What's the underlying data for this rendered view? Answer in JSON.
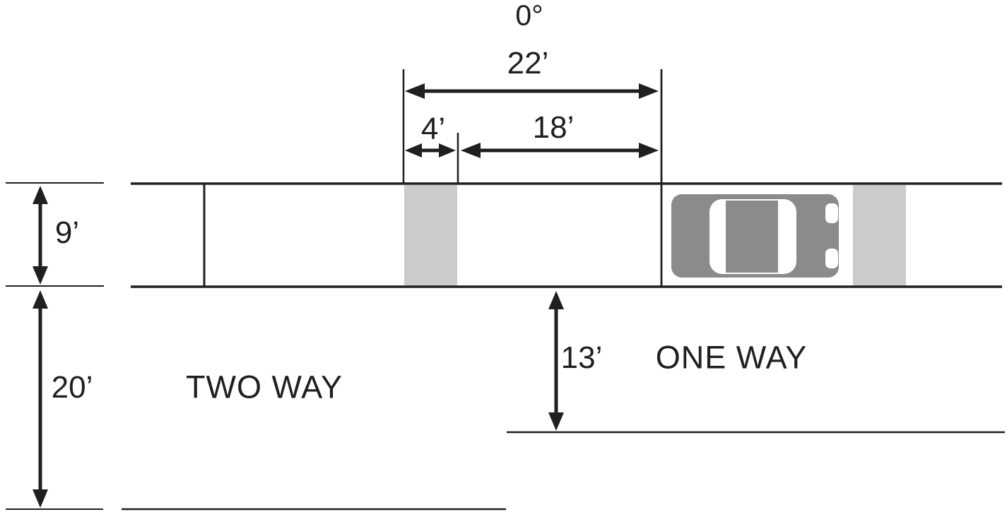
{
  "diagram": {
    "angle_label": "0°",
    "dims": {
      "stall_total": "22’",
      "stall_end": "4’",
      "stall_interior": "18’",
      "parking_lane_width": "9’",
      "two_way_street_width": "20’",
      "one_way_street_width": "13’"
    },
    "streets": {
      "two_way": "TWO WAY",
      "one_way": "ONE WAY"
    },
    "icons": {
      "car": "car-top-view-icon"
    },
    "colors": {
      "ink": "#1f1f1f",
      "stall_fill": "#cbcbcb",
      "car_body": "#8b8b8b",
      "car_glass": "#ffffff",
      "background": "#ffffff"
    }
  }
}
